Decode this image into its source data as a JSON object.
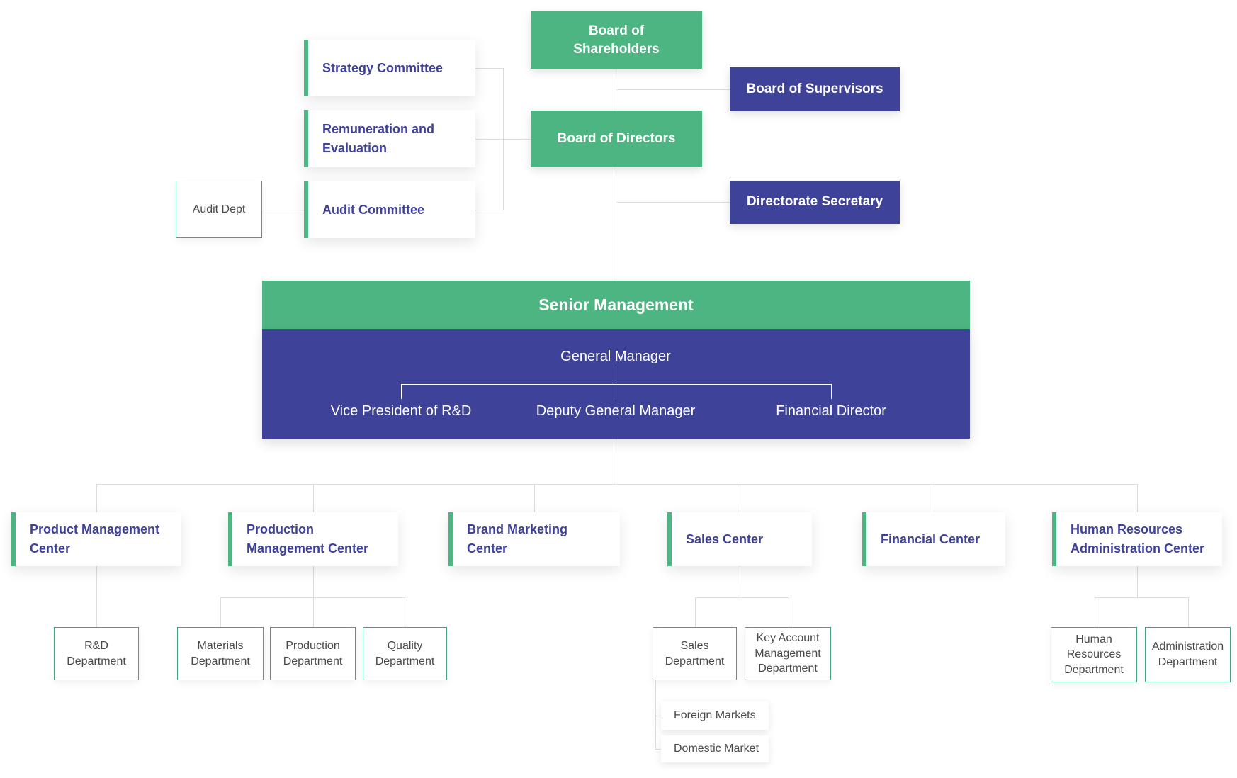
{
  "palette": {
    "green": "#4db581",
    "indigo": "#3f4299",
    "label_indigo": "#3f4199",
    "connector_gray": "#dcdcdc",
    "department_border": "#43a184",
    "department_text": "#4a4a4a",
    "box_text_white": "#ffffff"
  },
  "governance": {
    "board_of_shareholders": "Board of Shareholders",
    "board_of_supervisors": "Board of Supervisors",
    "board_of_directors": "Board of Directors",
    "directorate_secretary": "Directorate Secretary",
    "strategy_committee": "Strategy Committee",
    "remuneration_committee": "Remuneration and Evaluation",
    "audit_committee": "Audit Committee",
    "audit_dept": "Audit Dept"
  },
  "senior_management": {
    "title": "Senior Management",
    "general_manager": "General Manager",
    "vp_rnd": "Vice President of R&D",
    "deputy_gm": "Deputy General Manager",
    "financial_director": "Financial Director"
  },
  "centers": {
    "product": "Product Management Center",
    "production": "Production Management Center",
    "brand": "Brand Marketing Center",
    "sales": "Sales Center",
    "financial": "Financial Center",
    "hr_admin": "Human Resources Administration Center"
  },
  "departments": {
    "rnd": "R&D Department",
    "materials": "Materials Department",
    "production": "Production Department",
    "quality": "Quality Department",
    "sales": "Sales Department",
    "key_account": "Key Account Management Department",
    "human_resources": "Human Resources Department",
    "administration": "Administration Department"
  },
  "markets": {
    "foreign": "Foreign Markets",
    "domestic": "Domestic Market"
  }
}
